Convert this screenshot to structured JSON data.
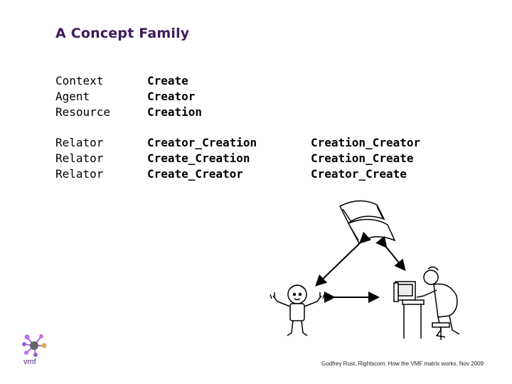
{
  "title": "A Concept Family",
  "group1": {
    "labels": [
      "Context",
      "Agent",
      "Resource"
    ],
    "values": [
      "Create",
      "Creator",
      "Creation"
    ]
  },
  "group2": {
    "labels": [
      "Relator",
      "Relator",
      "Relator"
    ],
    "col1": [
      "Creator_Creation",
      "Create_Creation",
      "Create_Creator"
    ],
    "col2": [
      "Creation_Creator",
      "Creation_Create",
      "Creator_Create"
    ]
  },
  "logo": {
    "text": "vmf"
  },
  "footer": "Godfrey Rust, Rightscom: How the VMF matrix works, Nov 2009",
  "colors": {
    "title": "#3b1a5a",
    "logo_accent": "#b06fd8"
  }
}
